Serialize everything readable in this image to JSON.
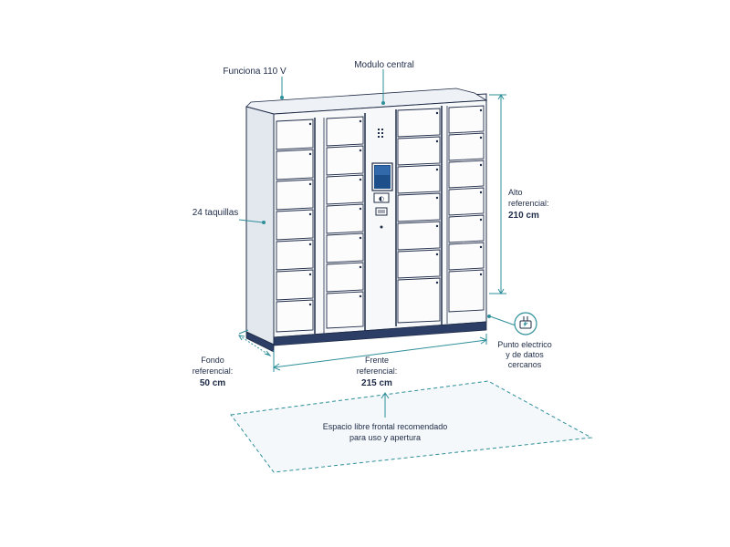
{
  "labels": {
    "power": "Funciona 110 V",
    "central_module": "Modulo central",
    "lockers_count": "24 taquillas",
    "height_label_1": "Alto",
    "height_label_2": "referencial:",
    "height_value": "210 cm",
    "depth_label_1": "Fondo",
    "depth_label_2": "referencial:",
    "depth_value": "50 cm",
    "width_label_1": "Frente",
    "width_label_2": "referencial:",
    "width_value": "215 cm",
    "outlet_1": "Punto electrico",
    "outlet_2": "y de datos",
    "outlet_3": "cercanos",
    "clearance_1": "Espacio libre frontal recomendado",
    "clearance_2": "para uso y apertura"
  },
  "icons": {
    "outlet": "plug-icon"
  },
  "colors": {
    "outline": "#1e2b47",
    "dimension": "#2e8f9a",
    "base": "#2c3e66",
    "screen": "#1d4f8a"
  }
}
